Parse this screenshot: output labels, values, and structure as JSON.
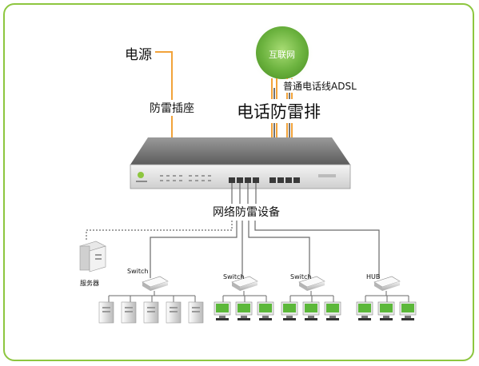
{
  "labels": {
    "power": "电源",
    "internet": "互联网",
    "adsl_line": "普通电话线ADSL",
    "surge_socket": "防雷插座",
    "phone_protector": "电话防雷排",
    "network_protector": "网络防雷设备",
    "server": "服务器",
    "switch_1": "Switch",
    "switch_2": "Switch",
    "switch_3": "Switch",
    "hub": "HUB"
  },
  "colors": {
    "frame_border": "#8dc63f",
    "power_line": "#f2a33a",
    "internet_globe": "#74b843",
    "network_line": "#6a6a6a"
  }
}
